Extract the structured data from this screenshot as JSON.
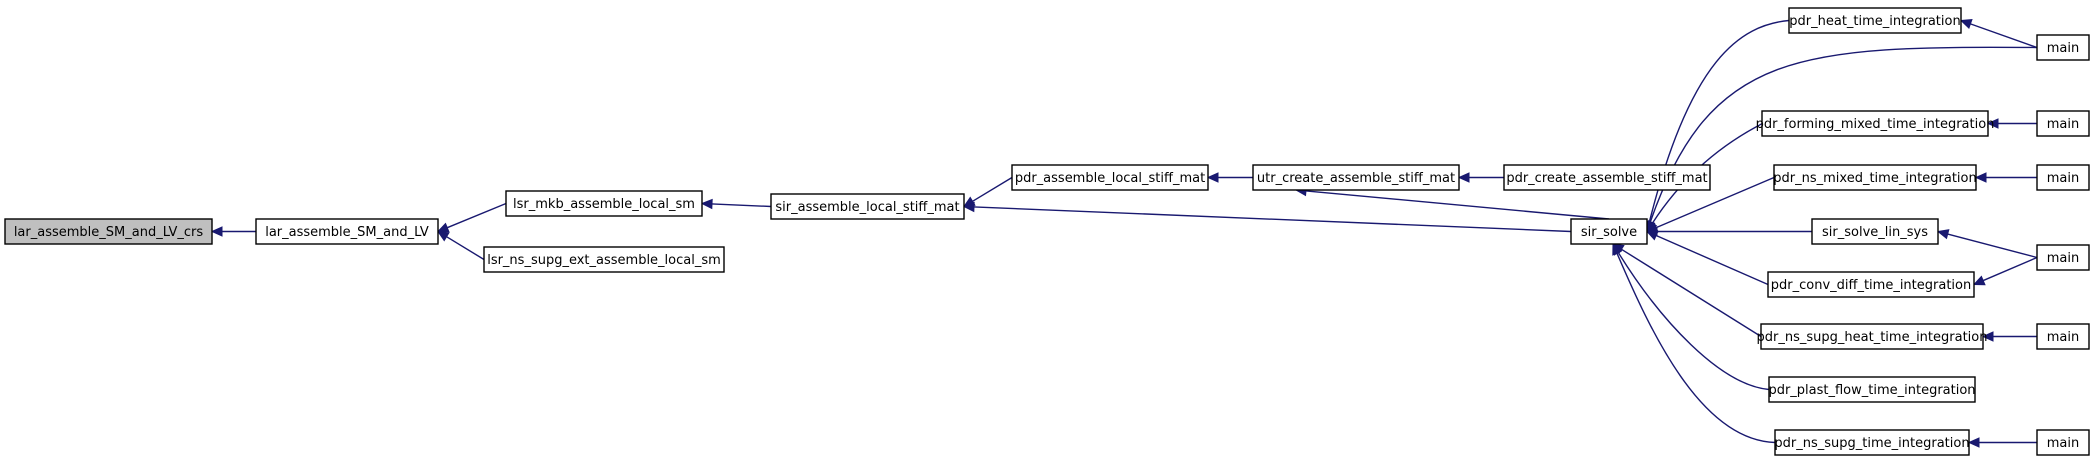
{
  "graph": {
    "title": "",
    "nodes": [
      {
        "id": "n0",
        "label": "lar_assemble_SM_and_LV_crs",
        "highlighted": true
      },
      {
        "id": "n1",
        "label": "lar_assemble_SM_and_LV"
      },
      {
        "id": "n2",
        "label": "lsr_mkb_assemble_local_sm"
      },
      {
        "id": "n3",
        "label": "lsr_ns_supg_ext_assemble_local_sm"
      },
      {
        "id": "n4",
        "label": "sir_assemble_local_stiff_mat"
      },
      {
        "id": "n5",
        "label": "pdr_assemble_local_stiff_mat"
      },
      {
        "id": "n6",
        "label": "utr_create_assemble_stiff_mat"
      },
      {
        "id": "n7",
        "label": "pdr_create_assemble_stiff_mat"
      },
      {
        "id": "n8",
        "label": "sir_solve"
      },
      {
        "id": "n9",
        "label": "pdr_heat_time_integration"
      },
      {
        "id": "n10",
        "label": "pdr_forming_mixed_time_integration"
      },
      {
        "id": "n11",
        "label": "pdr_ns_mixed_time_integration"
      },
      {
        "id": "n12",
        "label": "sir_solve_lin_sys"
      },
      {
        "id": "n13",
        "label": "pdr_conv_diff_time_integration"
      },
      {
        "id": "n14",
        "label": "pdr_ns_supg_heat_time_integration"
      },
      {
        "id": "n15",
        "label": "pdr_plast_flow_time_integration"
      },
      {
        "id": "n16",
        "label": "pdr_ns_supg_time_integration"
      },
      {
        "id": "m1",
        "label": "main"
      },
      {
        "id": "m2",
        "label": "main"
      },
      {
        "id": "m3",
        "label": "main"
      },
      {
        "id": "m4",
        "label": "main"
      },
      {
        "id": "m5",
        "label": "main"
      },
      {
        "id": "m6",
        "label": "main"
      }
    ],
    "edges": [
      {
        "from": "n1",
        "to": "n0"
      },
      {
        "from": "n2",
        "to": "n1"
      },
      {
        "from": "n3",
        "to": "n1"
      },
      {
        "from": "n4",
        "to": "n2"
      },
      {
        "from": "n5",
        "to": "n4"
      },
      {
        "from": "n8",
        "to": "n4"
      },
      {
        "from": "n6",
        "to": "n5"
      },
      {
        "from": "n7",
        "to": "n6"
      },
      {
        "from": "n8",
        "to": "n6"
      },
      {
        "from": "n9",
        "to": "n8"
      },
      {
        "from": "m1",
        "to": "n8"
      },
      {
        "from": "n10",
        "to": "n8"
      },
      {
        "from": "n11",
        "to": "n8"
      },
      {
        "from": "n12",
        "to": "n8"
      },
      {
        "from": "n13",
        "to": "n8"
      },
      {
        "from": "n14",
        "to": "n8"
      },
      {
        "from": "n15",
        "to": "n8"
      },
      {
        "from": "n16",
        "to": "n8"
      },
      {
        "from": "m1",
        "to": "n9"
      },
      {
        "from": "m2",
        "to": "n10"
      },
      {
        "from": "m3",
        "to": "n11"
      },
      {
        "from": "m4",
        "to": "n12"
      },
      {
        "from": "m4",
        "to": "n13"
      },
      {
        "from": "m5",
        "to": "n14"
      },
      {
        "from": "m6",
        "to": "n16"
      }
    ]
  },
  "colors": {
    "edge": "#191970",
    "node_border": "#000000",
    "node_fill": "#ffffff",
    "highlight_fill": "#bfbfbf"
  }
}
